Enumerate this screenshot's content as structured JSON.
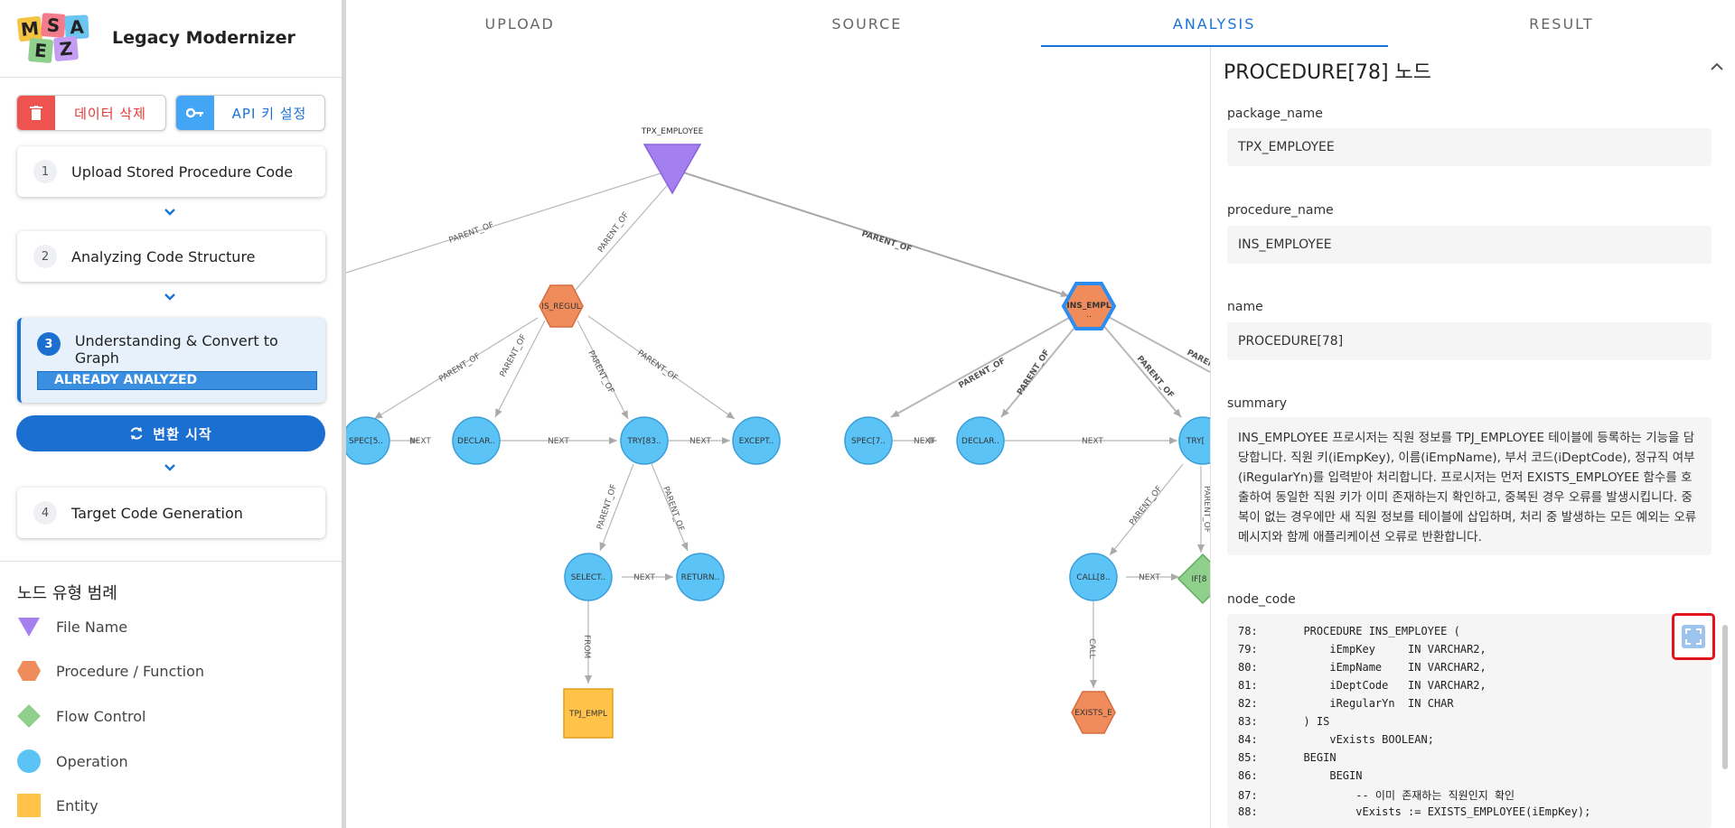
{
  "app": {
    "title": "Legacy Modernizer",
    "logo_letters": [
      "M",
      "S",
      "A",
      "E",
      "Z"
    ]
  },
  "toolbar": {
    "delete_label": "데이터 삭제",
    "api_key_label": "API 키 설정"
  },
  "steps": [
    {
      "num": "1",
      "title": "Upload Stored Procedure Code"
    },
    {
      "num": "2",
      "title": "Analyzing Code Structure"
    },
    {
      "num": "3",
      "title": "Understanding & Convert to Graph",
      "badge": "ALREADY ANALYZED"
    },
    {
      "num": "4",
      "title": "Target Code Generation"
    }
  ],
  "convert_button": "변환 시작",
  "legend": {
    "title": "노드 유형 범례",
    "items": [
      {
        "label": "File Name",
        "icon": "triangle-down",
        "color": "#a47ff0"
      },
      {
        "label": "Procedure / Function",
        "icon": "hexagon",
        "color": "#f08c5c"
      },
      {
        "label": "Flow Control",
        "icon": "diamond",
        "color": "#8fd08c"
      },
      {
        "label": "Operation",
        "icon": "circle",
        "color": "#5cc3f7"
      },
      {
        "label": "Entity",
        "icon": "square",
        "color": "#ffc34a"
      }
    ]
  },
  "tabs": [
    {
      "label": "UPLOAD",
      "active": false
    },
    {
      "label": "SOURCE",
      "active": false
    },
    {
      "label": "ANALYSIS",
      "active": true
    },
    {
      "label": "RESULT",
      "active": false
    }
  ],
  "graph": {
    "nodes": {
      "file": "TPX_EMPLOYEE",
      "proc1": "IS_REGUL",
      "proc2": "INS_EMPL",
      "proc2_sub": "..",
      "spec1": "SPEC[5..",
      "declar1": "DECLAR..",
      "try1": "TRY[83..",
      "except1": "EXCEPT..",
      "select1": "SELECT..",
      "return1": "RETURN..",
      "entity1": "TPJ_EMPL",
      "spec2": "SPEC[7..",
      "declar2": "DECLAR..",
      "try2": "TRY[",
      "call1": "CALL[8..",
      "if1": "IF[8",
      "exists1": "EXISTS_E"
    },
    "edges": {
      "parent_of": "PARENT_OF",
      "next": "NEXT",
      "from": "FROM",
      "call": "CALL"
    },
    "colors": {
      "file": "#a47ff0",
      "procedure": "#f08c5c",
      "operation": "#5cc3f7",
      "entity": "#ffc34a",
      "flow": "#8fd08c",
      "selected_ring": "#2d8cf0"
    }
  },
  "panel": {
    "title": "PROCEDURE[78] 노드",
    "fields": {
      "package_name_label": "package_name",
      "package_name_value": "TPX_EMPLOYEE",
      "procedure_name_label": "procedure_name",
      "procedure_name_value": "INS_EMPLOYEE",
      "name_label": "name",
      "name_value": "PROCEDURE[78]",
      "summary_label": "summary",
      "summary_value": "INS_EMPLOYEE 프로시저는 직원 정보를 TPJ_EMPLOYEE 테이블에 등록하는 기능을 담당합니다. 직원 키(iEmpKey), 이름(iEmpName), 부서 코드(iDeptCode), 정규직 여부(iRegularYn)를 입력받아 처리합니다. 프로시저는 먼저 EXISTS_EMPLOYEE 함수를 호출하여 동일한 직원 키가 이미 존재하는지 확인하고, 중복된 경우 오류를 발생시킵니다. 중복이 없는 경우에만 새 직원 정보를 테이블에 삽입하며, 처리 중 발생하는 모든 예외는 오류 메시지와 함께 애플리케이션 오류로 반환합니다.",
      "node_code_label": "node_code"
    },
    "code_lines": [
      {
        "n": "78:",
        "t": "  PROCEDURE INS_EMPLOYEE ("
      },
      {
        "n": "79:",
        "t": "      iEmpKey     IN VARCHAR2,"
      },
      {
        "n": "80:",
        "t": "      iEmpName    IN VARCHAR2,"
      },
      {
        "n": "81:",
        "t": "      iDeptCode   IN VARCHAR2,"
      },
      {
        "n": "82:",
        "t": "      iRegularYn  IN CHAR"
      },
      {
        "n": "83:",
        "t": "  ) IS"
      },
      {
        "n": "84:",
        "t": "      vExists BOOLEAN;"
      },
      {
        "n": "85:",
        "t": "  BEGIN"
      },
      {
        "n": "86:",
        "t": "      BEGIN"
      },
      {
        "n": "87:",
        "t": "          -- 이미 존재하는 직원인지 확인"
      },
      {
        "n": "88:",
        "t": "          vExists := EXISTS_EMPLOYEE(iEmpKey);"
      }
    ]
  }
}
